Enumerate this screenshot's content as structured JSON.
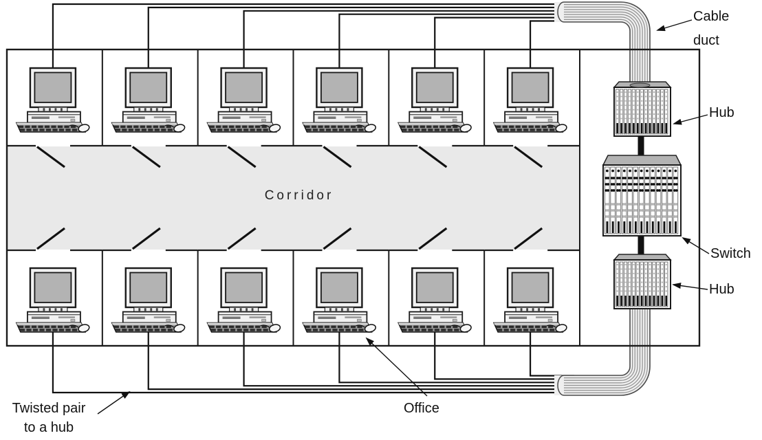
{
  "diagram": {
    "kind": "office-lan-wiring-floorplan",
    "labels": {
      "corridor": "Corridor",
      "cable_duct": [
        "Cable",
        "duct"
      ],
      "hub_top": "Hub",
      "switch": "Switch",
      "hub_bottom": "Hub",
      "office": "Office",
      "twisted_pair": [
        "Twisted pair",
        "to a hub"
      ]
    },
    "structure": {
      "office_rows": 2,
      "offices_per_row": 6,
      "computers": 12,
      "doors": 12,
      "hubs": 2,
      "switches": 1,
      "cables_per_row": 6,
      "duct_stripes": 9
    },
    "colors": {
      "background": "#ffffff",
      "wall": "#1a1a1a",
      "corridor_fill": "#e9e9e9",
      "duct_fill": "#efefef",
      "duct_stripe": "#8f8f8f",
      "duct_edge": "#4a4a4a",
      "device_top_face": "#b3b3b3",
      "device_dot": "#b5b5b5",
      "screen": "#b3b3b3",
      "cable": "#111111"
    }
  }
}
